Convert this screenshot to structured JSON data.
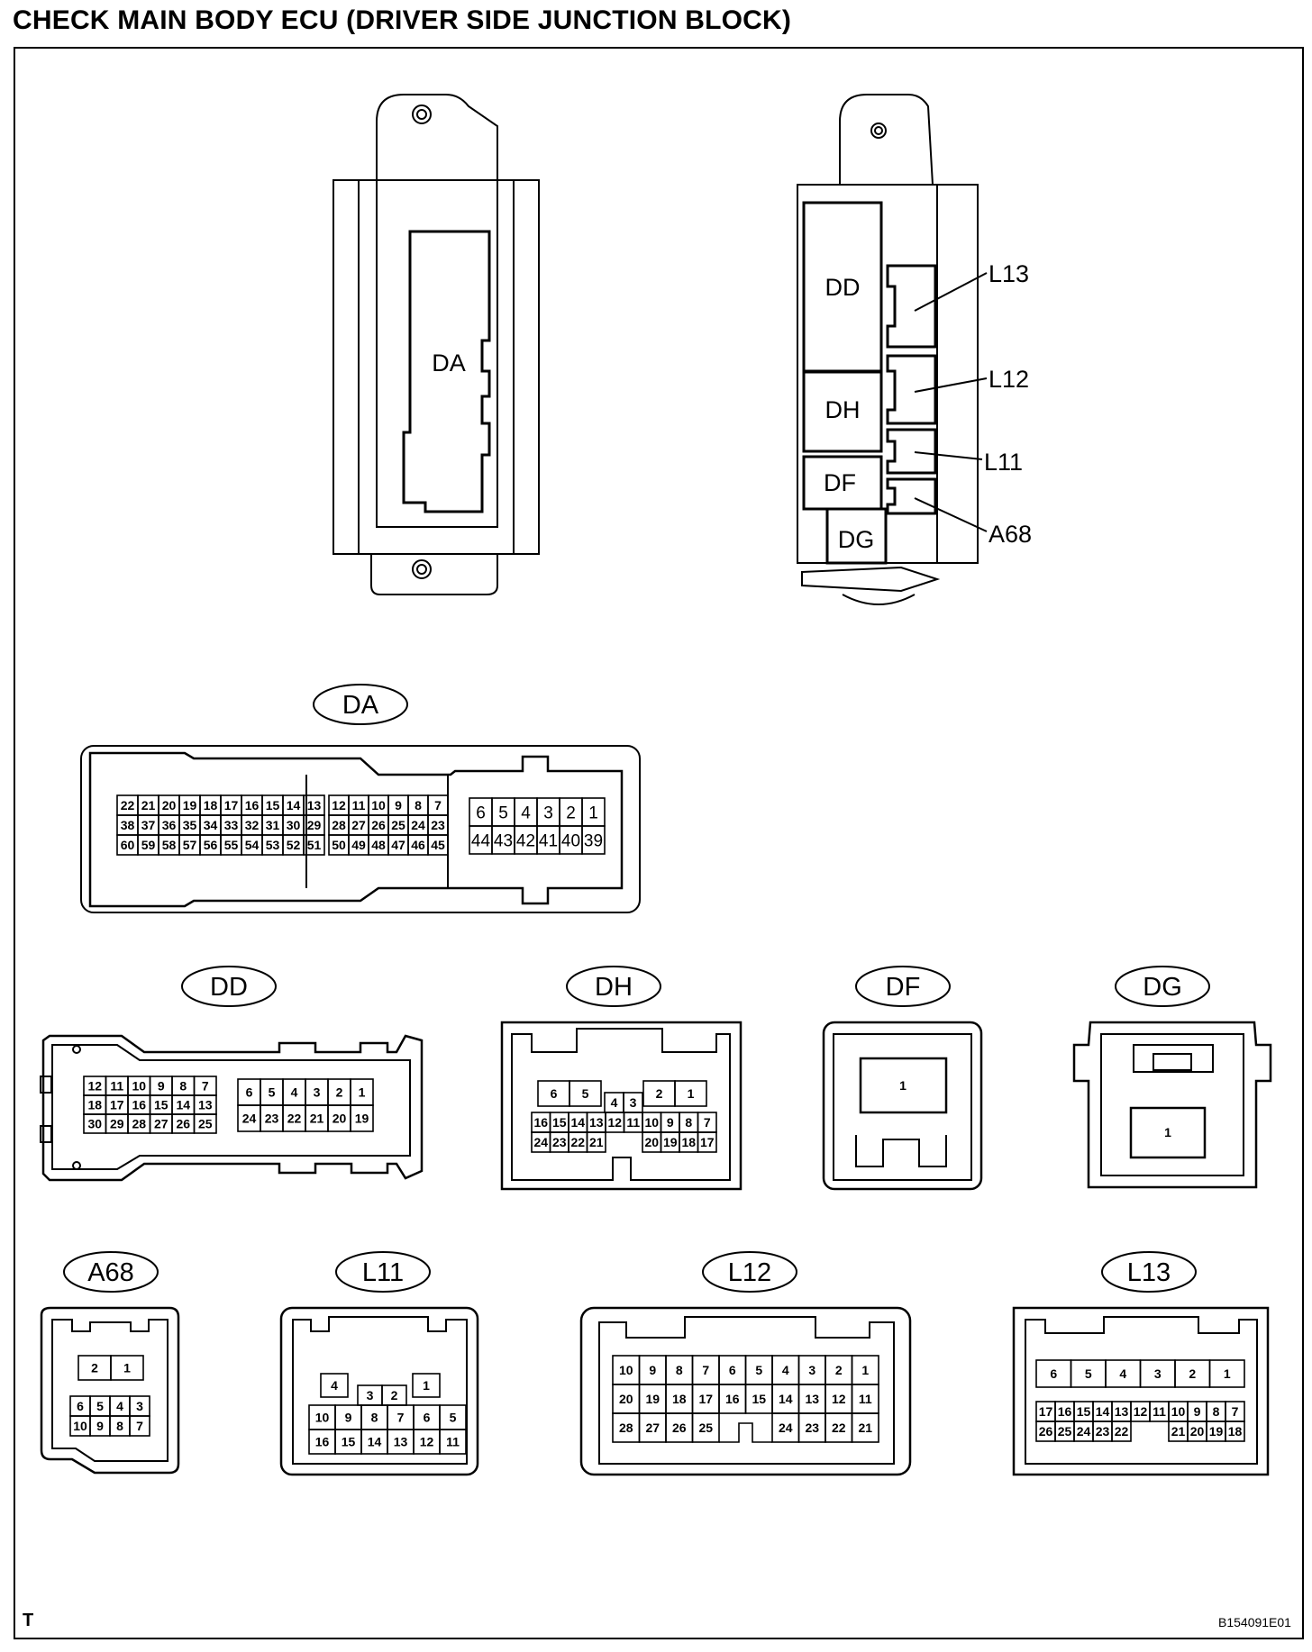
{
  "title": "CHECK MAIN BODY ECU (DRIVER SIDE JUNCTION BLOCK)",
  "corner_mark": "T",
  "figure_id": "B154091E01",
  "ecu_left": {
    "label": "DA"
  },
  "ecu_right": {
    "blocks": {
      "dd": "DD",
      "dh": "DH",
      "df": "DF",
      "dg": "DG"
    },
    "callouts": {
      "l13": "L13",
      "l12": "L12",
      "l11": "L11",
      "a68": "A68"
    }
  },
  "connectors": {
    "DA": {
      "name": "DA",
      "left_rows": [
        [
          "22",
          "21",
          "20",
          "19",
          "18",
          "17",
          "16",
          "15",
          "14",
          "13"
        ],
        [
          "38",
          "37",
          "36",
          "35",
          "34",
          "33",
          "32",
          "31",
          "30",
          "29"
        ],
        [
          "60",
          "59",
          "58",
          "57",
          "56",
          "55",
          "54",
          "53",
          "52",
          "51"
        ]
      ],
      "mid_rows": [
        [
          "12",
          "11",
          "10",
          "9",
          "8",
          "7"
        ],
        [
          "28",
          "27",
          "26",
          "25",
          "24",
          "23"
        ],
        [
          "50",
          "49",
          "48",
          "47",
          "46",
          "45"
        ]
      ],
      "right_rows": [
        [
          "6",
          "5",
          "4",
          "3",
          "2",
          "1"
        ],
        [
          "44",
          "43",
          "42",
          "41",
          "40",
          "39"
        ]
      ]
    },
    "DD": {
      "name": "DD",
      "left_rows": [
        [
          "12",
          "11",
          "10",
          "9",
          "8",
          "7"
        ],
        [
          "18",
          "17",
          "16",
          "15",
          "14",
          "13"
        ],
        [
          "30",
          "29",
          "28",
          "27",
          "26",
          "25"
        ]
      ],
      "right_rows": [
        [
          "6",
          "5",
          "4",
          "3",
          "2",
          "1"
        ],
        [
          "24",
          "23",
          "22",
          "21",
          "20",
          "19"
        ]
      ]
    },
    "DH": {
      "name": "DH",
      "top_left": [
        "6",
        "5"
      ],
      "top_mid": [
        "4",
        "3"
      ],
      "top_right": [
        "2",
        "1"
      ],
      "row2": [
        "16",
        "15",
        "14",
        "13",
        "12",
        "11",
        "10",
        "9",
        "8",
        "7"
      ],
      "row3_left": [
        "24",
        "23",
        "22",
        "21"
      ],
      "row3_right": [
        "20",
        "19",
        "18",
        "17"
      ]
    },
    "DF": {
      "name": "DF",
      "pin": "1"
    },
    "DG": {
      "name": "DG",
      "pin": "1"
    },
    "A68": {
      "name": "A68",
      "row1": [
        "2",
        "1"
      ],
      "row2": [
        "6",
        "5",
        "4",
        "3"
      ],
      "row3": [
        "10",
        "9",
        "8",
        "7"
      ]
    },
    "L11": {
      "name": "L11",
      "top_a": "4",
      "top_b": [
        "3",
        "2"
      ],
      "top_c": "1",
      "row2": [
        "10",
        "9",
        "8",
        "7",
        "6",
        "5"
      ],
      "row3": [
        "16",
        "15",
        "14",
        "13",
        "12",
        "11"
      ]
    },
    "L12": {
      "name": "L12",
      "row1": [
        "10",
        "9",
        "8",
        "7",
        "6",
        "5",
        "4",
        "3",
        "2",
        "1"
      ],
      "row2": [
        "20",
        "19",
        "18",
        "17",
        "16",
        "15",
        "14",
        "13",
        "12",
        "11"
      ],
      "row3_left": [
        "28",
        "27",
        "26",
        "25"
      ],
      "row3_right": [
        "24",
        "23",
        "22",
        "21"
      ]
    },
    "L13": {
      "name": "L13",
      "row1": [
        "6",
        "5",
        "4",
        "3",
        "2",
        "1"
      ],
      "row2": [
        "17",
        "16",
        "15",
        "14",
        "13",
        "12",
        "11",
        "10",
        "9",
        "8",
        "7"
      ],
      "row3_left": [
        "26",
        "25",
        "24",
        "23",
        "22"
      ],
      "row3_right": [
        "21",
        "20",
        "19",
        "18"
      ]
    }
  }
}
